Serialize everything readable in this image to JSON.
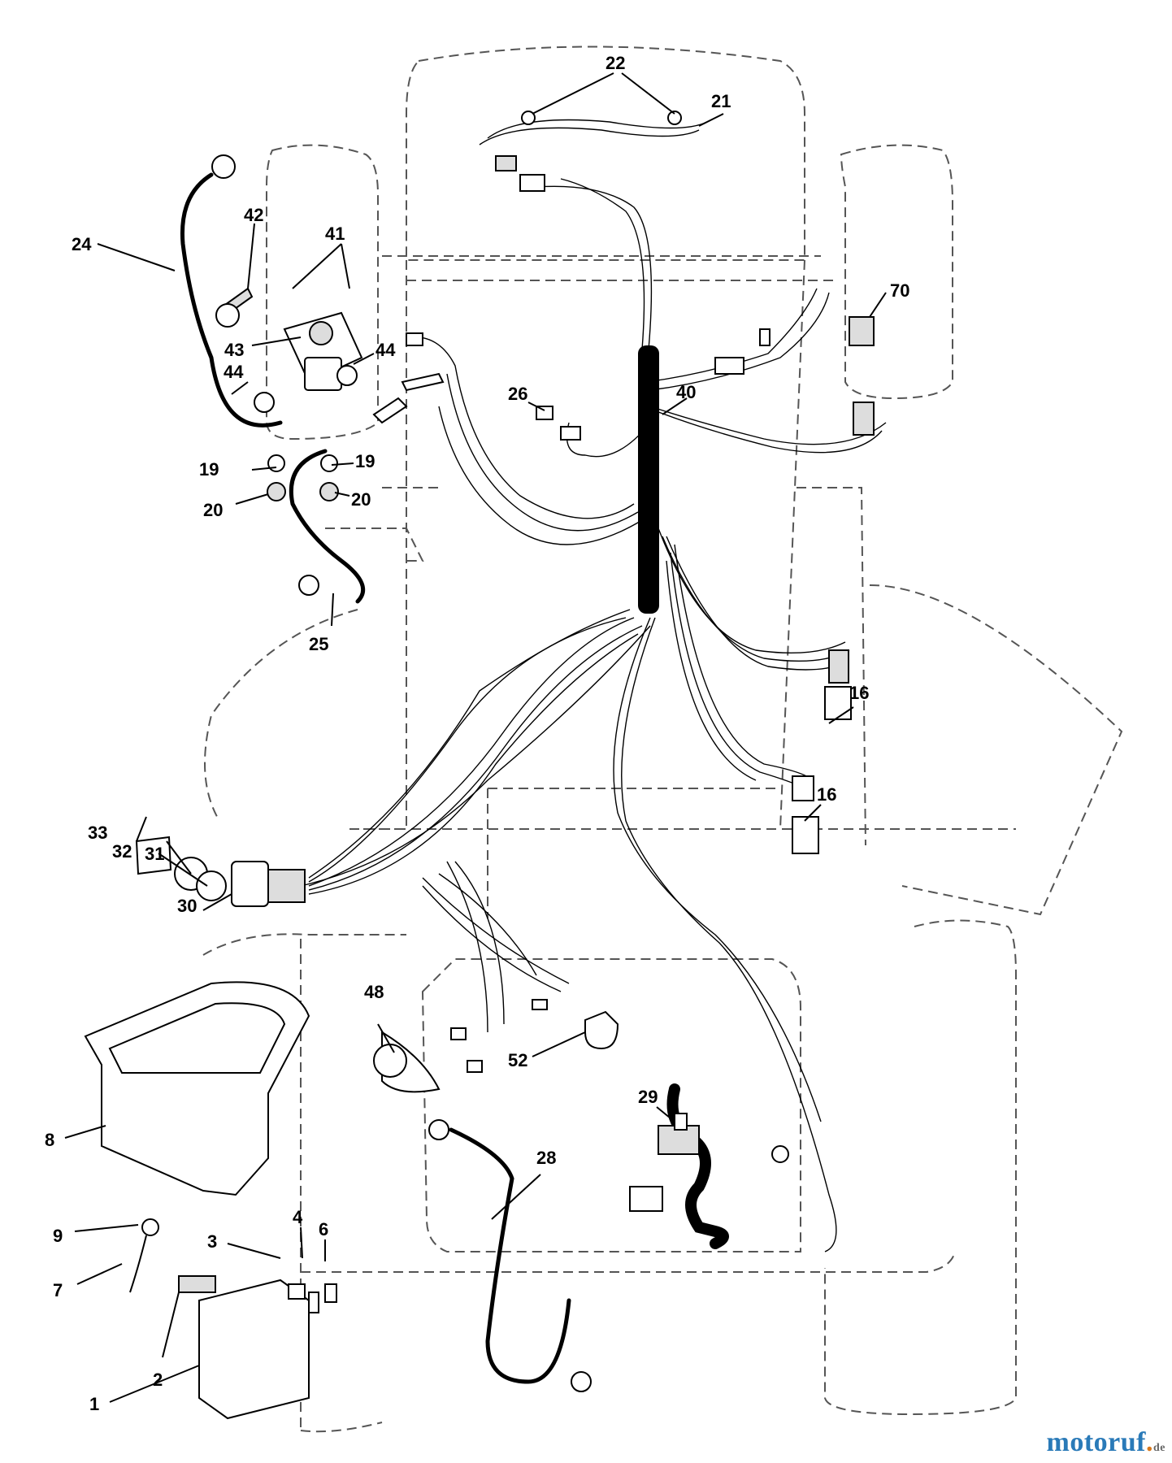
{
  "diagram": {
    "callouts": [
      {
        "id": "1",
        "label": "1"
      },
      {
        "id": "2",
        "label": "2"
      },
      {
        "id": "3",
        "label": "3"
      },
      {
        "id": "4",
        "label": "4"
      },
      {
        "id": "6",
        "label": "6"
      },
      {
        "id": "7",
        "label": "7"
      },
      {
        "id": "8",
        "label": "8"
      },
      {
        "id": "9",
        "label": "9"
      },
      {
        "id": "16a",
        "label": "16"
      },
      {
        "id": "16b",
        "label": "16"
      },
      {
        "id": "19a",
        "label": "19"
      },
      {
        "id": "19b",
        "label": "19"
      },
      {
        "id": "20a",
        "label": "20"
      },
      {
        "id": "20b",
        "label": "20"
      },
      {
        "id": "21",
        "label": "21"
      },
      {
        "id": "22",
        "label": "22"
      },
      {
        "id": "24",
        "label": "24"
      },
      {
        "id": "25",
        "label": "25"
      },
      {
        "id": "26",
        "label": "26"
      },
      {
        "id": "28",
        "label": "28"
      },
      {
        "id": "29",
        "label": "29"
      },
      {
        "id": "30",
        "label": "30"
      },
      {
        "id": "31",
        "label": "31"
      },
      {
        "id": "32",
        "label": "32"
      },
      {
        "id": "33",
        "label": "33"
      },
      {
        "id": "40",
        "label": "40"
      },
      {
        "id": "41",
        "label": "41"
      },
      {
        "id": "42",
        "label": "42"
      },
      {
        "id": "43",
        "label": "43"
      },
      {
        "id": "44a",
        "label": "44"
      },
      {
        "id": "44b",
        "label": "44"
      },
      {
        "id": "48",
        "label": "48"
      },
      {
        "id": "52",
        "label": "52"
      },
      {
        "id": "70",
        "label": "70"
      }
    ]
  },
  "watermark": {
    "brand": "motoruf",
    "dot": ".",
    "tld": "de"
  }
}
